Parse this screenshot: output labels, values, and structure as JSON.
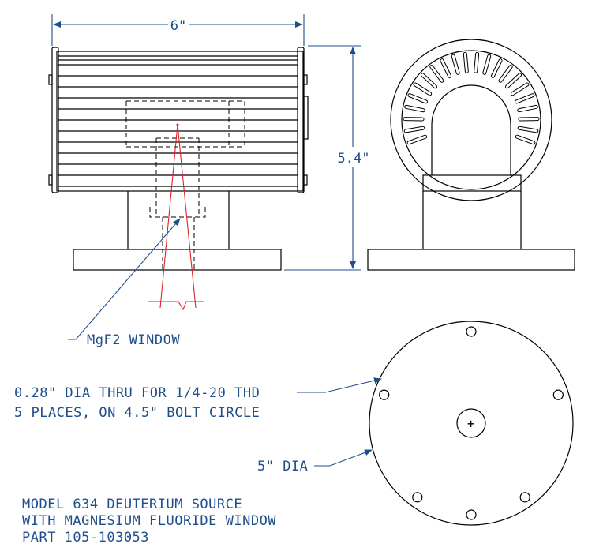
{
  "dimensions": {
    "width_label": "6\"",
    "height_label": "5.4\""
  },
  "callouts": {
    "window": "MgF2 WINDOW",
    "hole_line1": "0.28\" DIA THRU FOR 1/4-20 THD",
    "hole_line2": "5 PLACES, ON 4.5\" BOLT CIRCLE",
    "diameter": "5\" DIA"
  },
  "title_block": {
    "line1": "MODEL 634 DEUTERIUM SOURCE",
    "line2": "WITH MAGNESIUM FLUORIDE WINDOW",
    "line3": "PART 105-103053"
  },
  "center_mark": "+",
  "colors": {
    "outline": "#000000",
    "dimension": "#1f4e8c",
    "optical_path": "#e0202a"
  }
}
